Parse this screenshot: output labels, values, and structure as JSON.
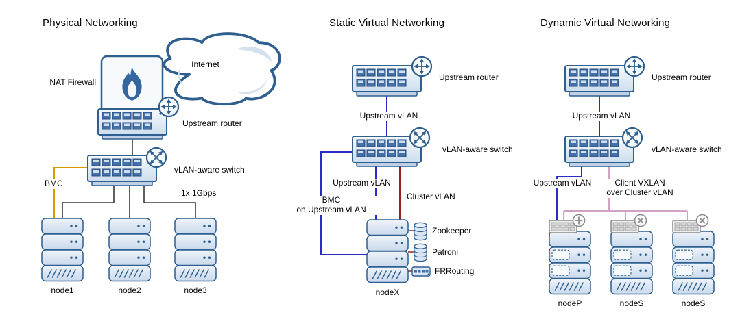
{
  "titles": {
    "physical": "Physical Networking",
    "static_virtual": "Static Virtual Networking",
    "dynamic_virtual": "Dynamic Virtual Networking"
  },
  "physical": {
    "internet": "Internet",
    "nat_firewall": "NAT Firewall",
    "upstream_router": "Upstream router",
    "vlan_switch": "vLAN-aware switch",
    "bmc": "BMC",
    "bandwidth": "1x 1Gbps",
    "nodes": [
      "node1",
      "node2",
      "node3"
    ]
  },
  "static_virtual": {
    "upstream_router": "Upstream router",
    "upstream_vlan": "Upstream vLAN",
    "vlan_switch": "vLAN-aware switch",
    "upstream_vlan2": "Upstream vLAN",
    "cluster_vlan": "Cluster vLAN",
    "bmc_note": "BMC\non Upstream vLAN",
    "node": "nodeX",
    "services": [
      "Zookeeper",
      "Patroni",
      "FRRouting"
    ]
  },
  "dynamic_virtual": {
    "upstream_router": "Upstream router",
    "upstream_vlan": "Upstream vLAN",
    "vlan_switch": "vLAN-aware switch",
    "upstream_vlan2": "Upstream vLAN",
    "vxlan_note": "Client VXLAN\nover Cluster vLAN",
    "nodes": [
      "nodeP",
      "nodeS",
      "nodeS"
    ]
  },
  "icons": {
    "internet": "cloud-icon",
    "firewall": "flame-icon",
    "router": "router-circle-icon",
    "switch": "switch-circle-icon",
    "database": "database-cylinder-icon",
    "nic": "nic-card-icon",
    "server": "server-stack-icon"
  },
  "colors": {
    "device_outline": "#2e5f8f",
    "physical_link": "#3a3a3a",
    "bmc_link": "#d79b00",
    "upstream_vlan_link": "#2b2bc8",
    "cluster_vlan_link": "#9a2020",
    "vxlan_link": "#d0a3c6"
  }
}
